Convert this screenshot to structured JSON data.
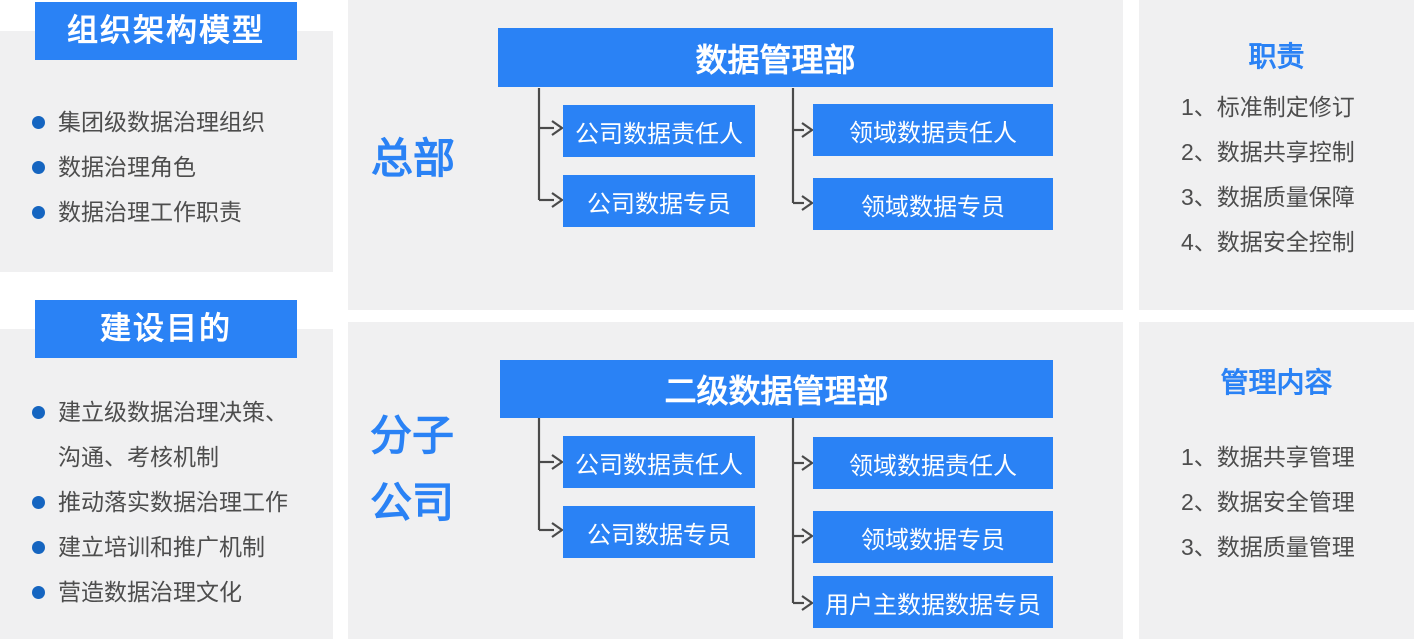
{
  "colors": {
    "accent_blue": "#2a82f5",
    "bullet_blue": "#1565c0",
    "panel_gray": "#f0f0f1",
    "text_gray": "#4d4d4d",
    "connector_gray": "#4a4a4a"
  },
  "sidebar": {
    "model": {
      "title": "组织架构模型",
      "items": [
        "集团级数据治理组织",
        "数据治理角色",
        "数据治理工作职责"
      ]
    },
    "purpose": {
      "title": "建设目的",
      "items": [
        "建立级数据治理决策、沟通、考核机制",
        "推动落实数据治理工作",
        "建立培训和推广机制",
        "营造数据治理文化"
      ]
    }
  },
  "org": {
    "hq": {
      "group_label": "总部",
      "dept": "数据管理部",
      "company_roles": [
        "公司数据责任人",
        "公司数据专员"
      ],
      "domain_roles": [
        "领域数据责任人",
        "领域数据专员"
      ]
    },
    "subsidiary": {
      "group_label": "分子公司",
      "dept": "二级数据管理部",
      "company_roles": [
        "公司数据责任人",
        "公司数据专员"
      ],
      "domain_roles": [
        "领域数据责任人",
        "领域数据专员",
        "用户主数据数据专员"
      ]
    }
  },
  "right": {
    "duties": {
      "title": "职责",
      "items": [
        "1、标准制定修订",
        "2、数据共享控制",
        "3、数据质量保障",
        "4、数据安全控制"
      ]
    },
    "management": {
      "title": "管理内容",
      "items": [
        "1、数据共享管理",
        "2、数据安全管理",
        "3、数据质量管理"
      ]
    }
  }
}
